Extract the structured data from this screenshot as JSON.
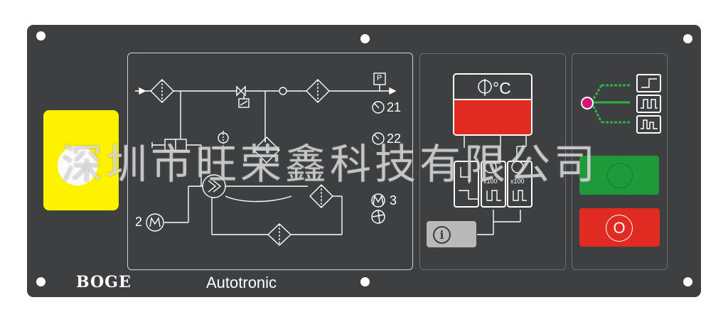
{
  "brand": "BOGE",
  "model": "Autotronic",
  "display": {
    "unit": "°C"
  },
  "schematic": {
    "labels": {
      "pressure_box": "P",
      "gauge_21": "21",
      "gauge_22": "22",
      "motor_3": "3",
      "motor_2": "2"
    }
  },
  "timers": {
    "multiplier_1": "x100",
    "multiplier_2": "x100"
  },
  "controls": {
    "info_key_glyph": "i",
    "stop_glyph": "O"
  },
  "watermark": "深圳市旺荣鑫科技有限公司",
  "colors": {
    "panel": "#3d3f41",
    "yellow": "#fff200",
    "display_red": "#e12a21",
    "start_green": "#1e9a3a",
    "stop_red": "#e12a21",
    "led_magenta": "#d4147c"
  }
}
